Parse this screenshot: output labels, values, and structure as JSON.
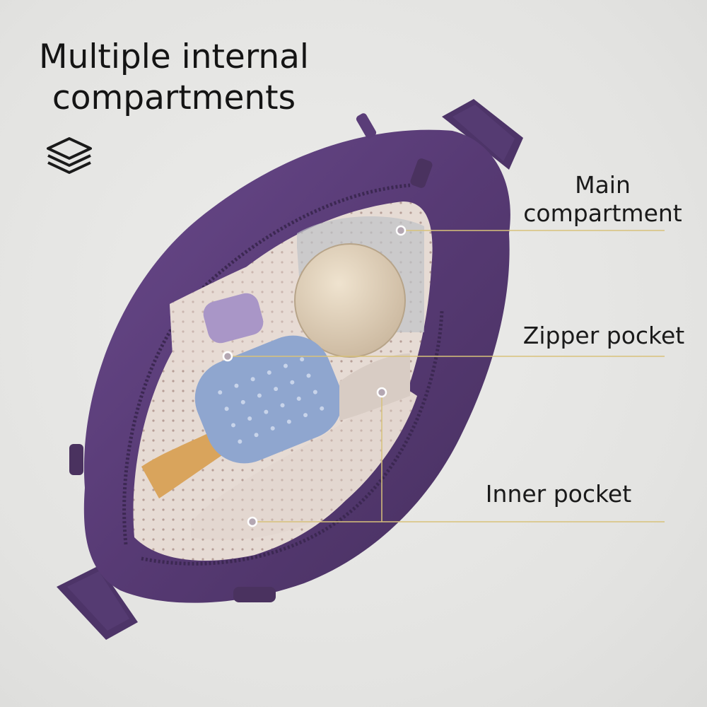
{
  "headline": {
    "line1": "Multiple internal",
    "line2": "compartments"
  },
  "callouts": {
    "main": {
      "line1": "Main",
      "line2": "compartment"
    },
    "zipper": "Zipper pocket",
    "inner": "Inner pocket"
  },
  "icons": {
    "layers": "layers-icon"
  },
  "colors": {
    "background": "#e6e6e4",
    "bag_purple": "#5a3d78",
    "lining": "#e4d8d1",
    "leader_line": "#d8c27a",
    "brush_blue": "#8fa6cf",
    "compact_beige": "#e2d3bd"
  }
}
